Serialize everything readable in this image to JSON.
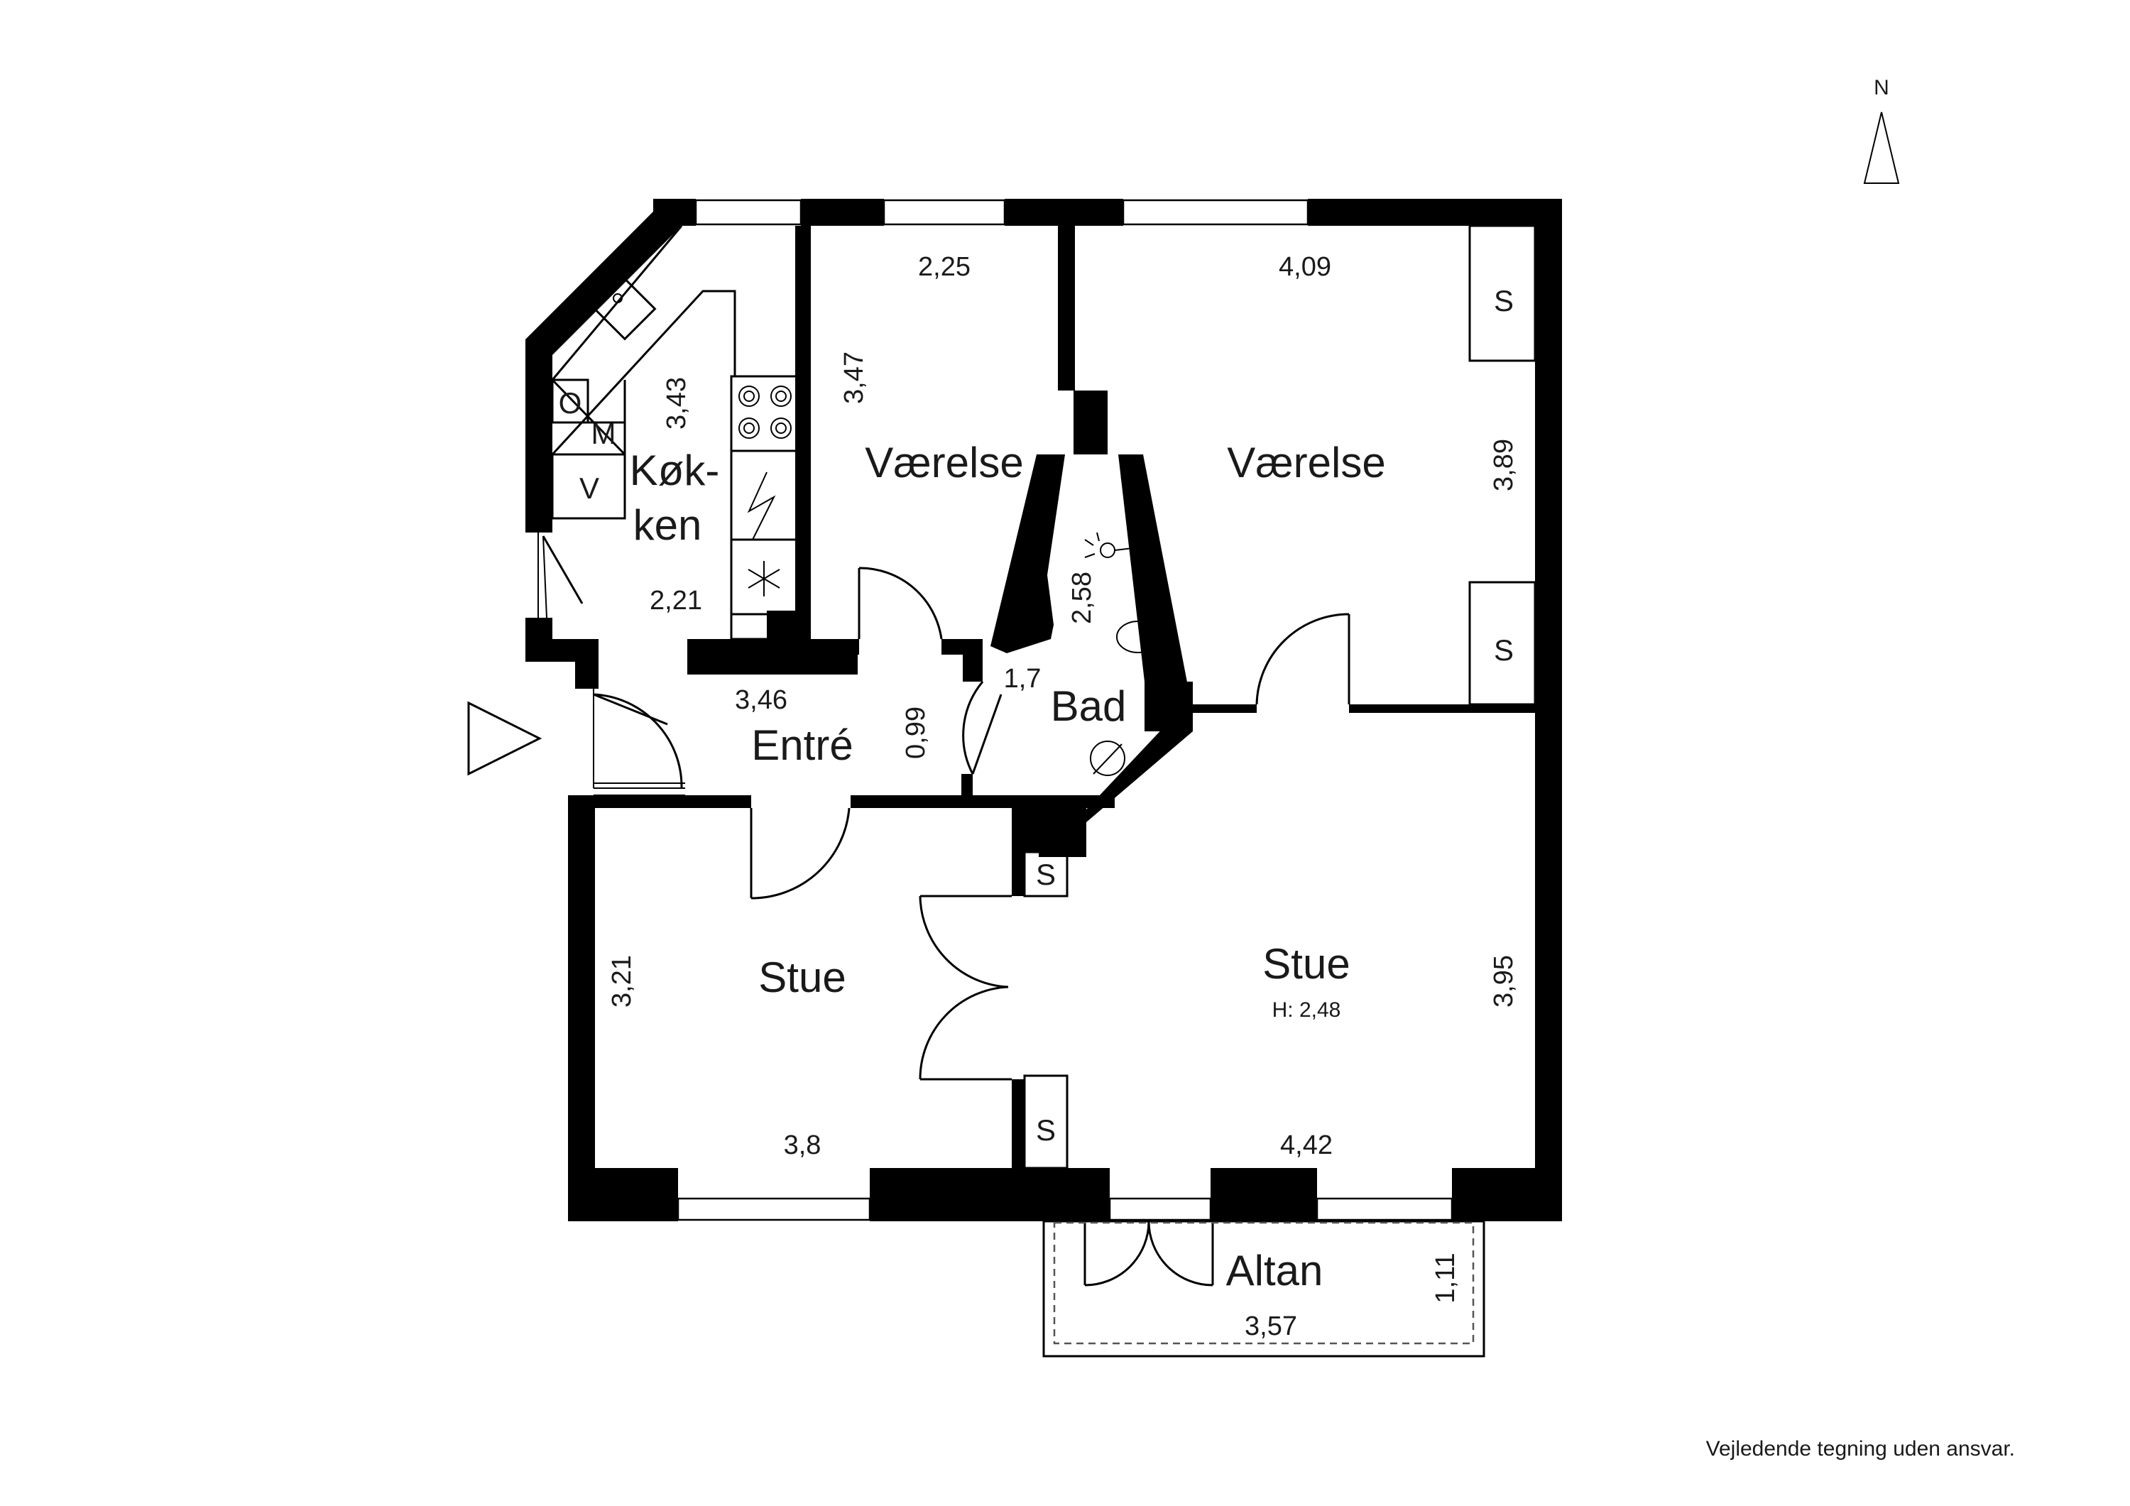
{
  "rooms": {
    "kitchen_line1": "Køk-",
    "kitchen_line2": "ken",
    "bedroom_small": "Værelse",
    "bedroom_large": "Værelse",
    "bathroom": "Bad",
    "entry": "Entré",
    "living_left": "Stue",
    "living_right": "Stue",
    "living_right_height": "H: 2,48",
    "balcony": "Altan"
  },
  "dimensions": {
    "kitchen_length": "3,43",
    "kitchen_width": "2,21",
    "bedroom_small_width": "2,25",
    "bedroom_small_length": "3,47",
    "bedroom_large_width": "4,09",
    "bedroom_large_length": "3,89",
    "bath_length": "2,58",
    "bath_width": "1,7",
    "entry_length": "3,46",
    "entry_width": "0,99",
    "living_left_length": "3,21",
    "living_left_width": "3,8",
    "living_right_length": "3,95",
    "living_right_width": "4,42",
    "balcony_width": "3,57",
    "balcony_depth": "1,11"
  },
  "fixtures": {
    "oven": "O",
    "microwave": "M",
    "dishwasher": "V",
    "closet": "S"
  },
  "compass": {
    "north": "N"
  },
  "disclaimer": "Vejledende tegning uden ansvar."
}
